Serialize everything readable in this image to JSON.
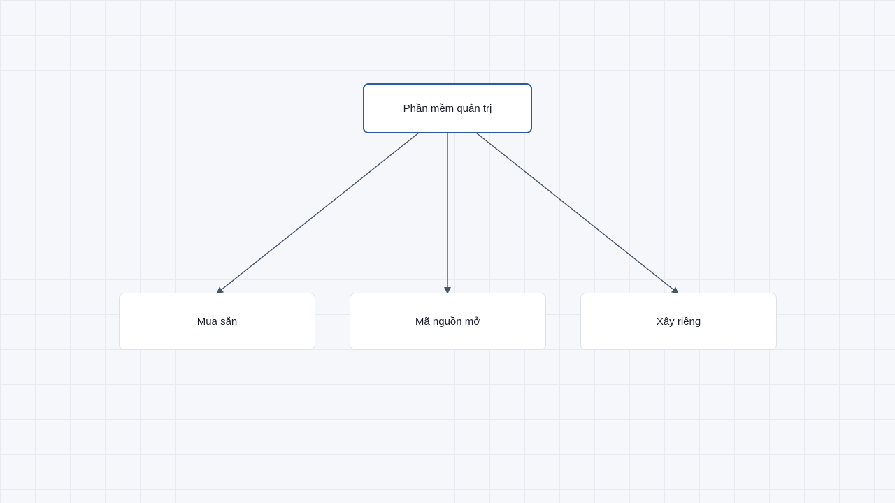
{
  "diagram": {
    "root": {
      "label": "Phần mềm quản trị"
    },
    "children": [
      {
        "label": "Mua sẵn"
      },
      {
        "label": "Mã nguồn mở"
      },
      {
        "label": "Xây riêng"
      }
    ],
    "edges": [
      {
        "from": "Phần mềm quản trị",
        "to": "Mua sẵn"
      },
      {
        "from": "Phần mềm quản trị",
        "to": "Mã nguồn mở"
      },
      {
        "from": "Phần mềm quản trị",
        "to": "Xây riêng"
      }
    ],
    "colors": {
      "background": "#f5f7fb",
      "grid": "#e6eaf1",
      "root_border": "#2d5c9e",
      "node_border": "#dde2ea",
      "edge": "#475569"
    }
  }
}
